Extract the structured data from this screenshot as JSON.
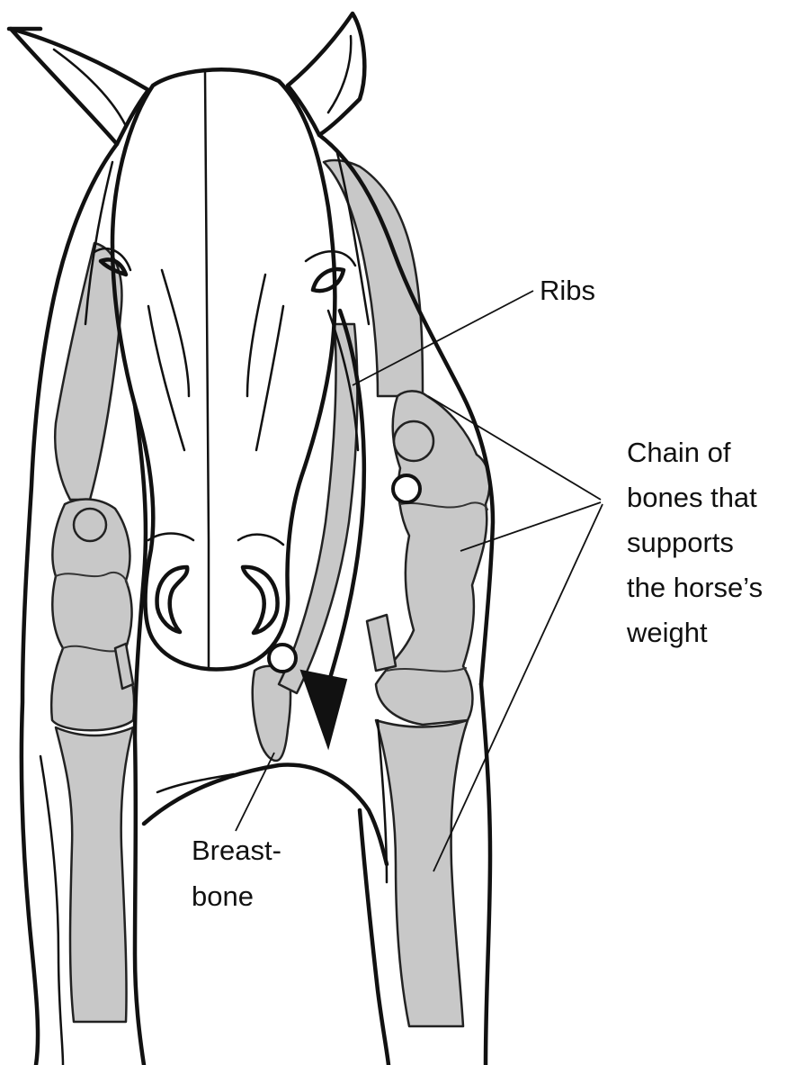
{
  "labels": {
    "ribs": "Ribs",
    "chain_line1": "Chain of",
    "chain_line2": "bones that",
    "chain_line3": "supports",
    "chain_line4": "the horse’s",
    "chain_line5": "weight",
    "breastbone_line1": "Breast-",
    "breastbone_line2": "bone"
  },
  "colors": {
    "ink": "#111111",
    "bone_fill": "#c8c8c8",
    "background": "#ffffff"
  }
}
